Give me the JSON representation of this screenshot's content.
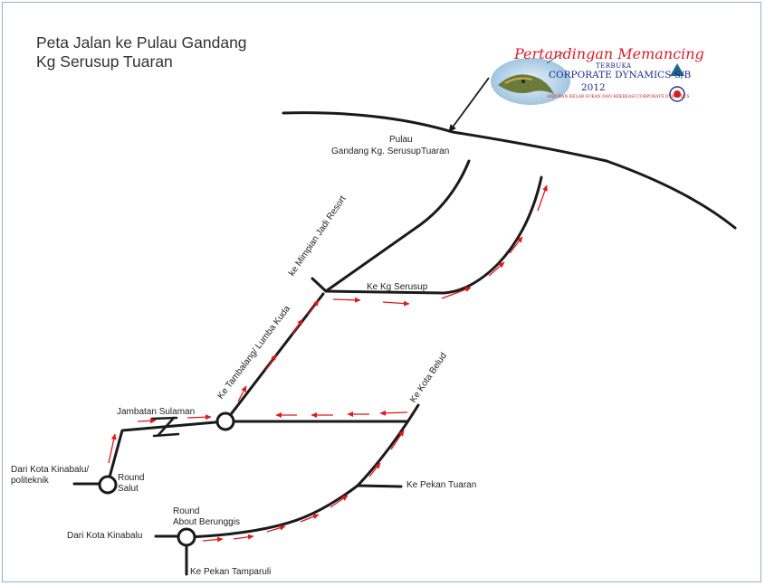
{
  "title_line1": "Peta Jalan ke Pulau Gandang",
  "title_line2": "Kg Serusup Tuaran",
  "logo": {
    "line1": "Pertandingan Memancing",
    "line2": "TERBUKA",
    "line3": "CORPORATE DYNAMICS S/B",
    "line4": "2012",
    "line5": "ANJURAN KELAB SUKAN DAN REKREASI CORPORATE DYNAMICS"
  },
  "labels": {
    "pulau_1": "Pulau",
    "pulau_2": "Gandang Kg. SerusupTuaran",
    "mimpian": "ke Mimpian Jadi Resort",
    "serusup": "Ke Kg Serusup",
    "tambalang": "Ke Tambalang/ Lumba Kuda",
    "jambatan": "Jambatan Sulaman",
    "kota_belud": "Ke Kota Belud",
    "dari_kk_1": "Dari Kota Kinabalu/",
    "dari_kk_2": "politeknik",
    "round_salut_1": "Round",
    "round_salut_2": "Salut",
    "pekan_tuaran": "Ke Pekan Tuaran",
    "round_about_1": "Round",
    "round_about_2": "About Berunggis",
    "dari_kk": "Dari Kota Kinabalu",
    "tamparuli": "Ke Pekan Tamparuli"
  },
  "colors": {
    "road": "#1a1a1a",
    "arrow": "#e01818",
    "text": "#222222"
  }
}
